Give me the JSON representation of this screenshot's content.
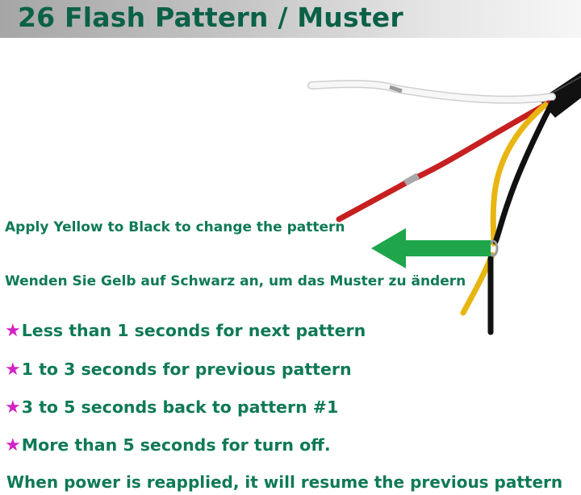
{
  "title": "26 Flash Pattern / Muster",
  "instruction_en": "Apply Yellow to Black to change the pattern",
  "instruction_de": "Wenden Sie Gelb auf Schwarz an, um das Muster zu ändern",
  "star_symbol": "★",
  "rules": [
    "Less than 1 seconds for next pattern",
    "1 to 3 seconds for previous pattern",
    "3 to 5 seconds back to pattern #1",
    "More than 5 seconds for turn off."
  ],
  "footer": "When power is reapplied, it will resume the previous pattern",
  "colors": {
    "title_text": "#0b6148",
    "body_text": "#0f7a55",
    "star": "#d223c6",
    "arrow": "#1fa64a",
    "wire_red": "#c62020",
    "wire_yellow": "#e8b511",
    "wire_black": "#111111",
    "wire_white": "#f2f2f2"
  }
}
